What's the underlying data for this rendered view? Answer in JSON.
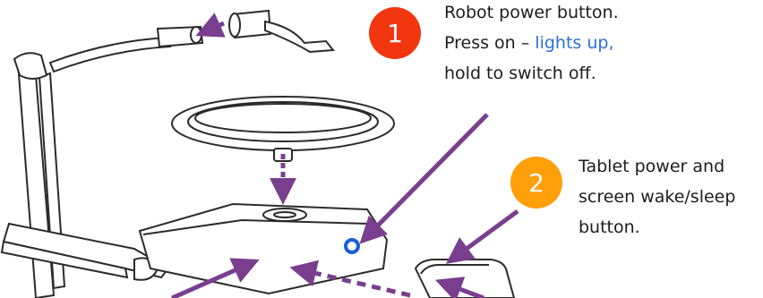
{
  "callouts": [
    {
      "number": "1",
      "badge_color": "#f2360f",
      "line1": "Robot power button.",
      "line2_prefix": "Press on – ",
      "line2_highlight": "lights up,",
      "line3": "hold to switch off."
    },
    {
      "number": "2",
      "badge_color": "#ff9f0a",
      "line1": "Tablet power and",
      "line2": "screen wake/sleep",
      "line3": "button."
    }
  ],
  "colors": {
    "arrow": "#7a3e8f",
    "highlight_text": "#2a6fdb",
    "power_ring": "#1a5fd6",
    "line_art": "#2b2b2b"
  }
}
